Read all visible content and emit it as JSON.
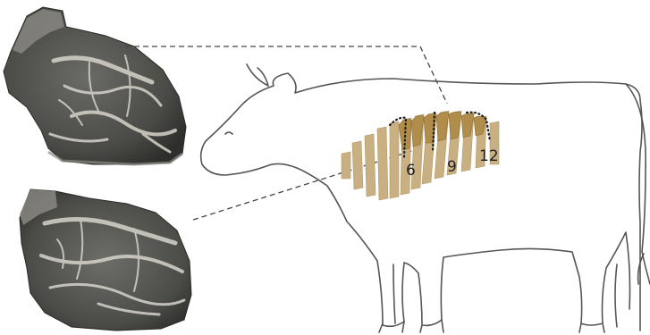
{
  "labels": {
    "rib_start": "6",
    "rib_middle": "9",
    "rib_end": "12"
  },
  "colors": {
    "background": "#ffffff",
    "outline": "#555555",
    "rib_fill": "#c9b083",
    "rib_section_fill": "#b18d4c",
    "leader_line": "#444444",
    "meat_dark": "#4e4e4a",
    "meat_fat": "#c9c6bd"
  }
}
